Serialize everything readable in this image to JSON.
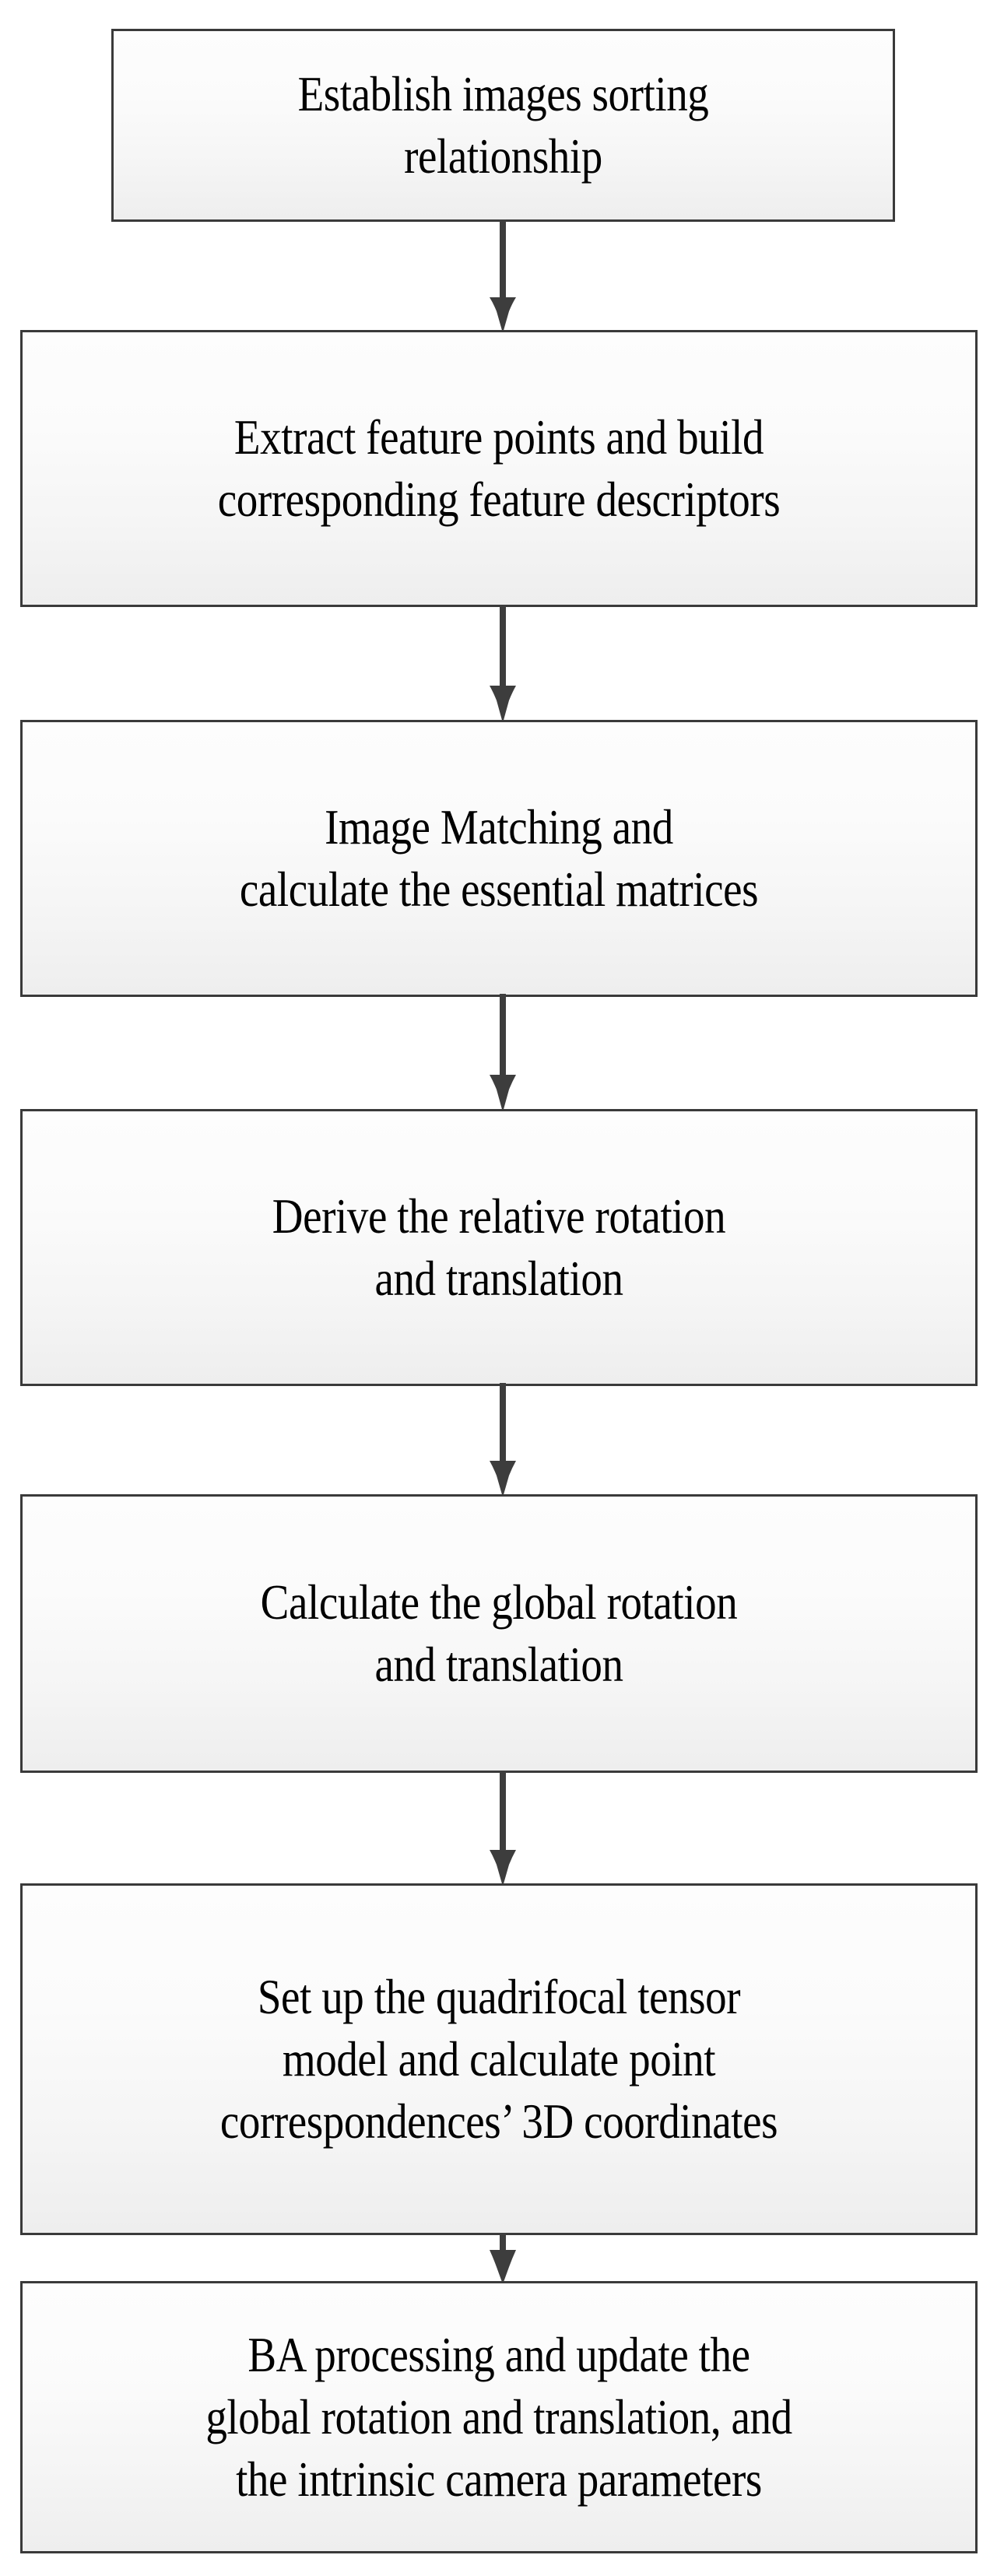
{
  "diagram": {
    "title": "Structure from motion pipeline flowchart",
    "type": "flowchart",
    "orientation": "top-to-bottom",
    "colors": {
      "node_border": "#3a3a3a",
      "node_fill_top": "#fdfdfd",
      "node_fill_bottom": "#eeeeee",
      "text": "#000000",
      "arrow": "#3d3d3d",
      "background": "#ffffff"
    },
    "nodes": [
      {
        "id": "node-1",
        "text": "Establish images sorting\nrelationship"
      },
      {
        "id": "node-2",
        "text": "Extract feature points and build\ncorresponding feature descriptors"
      },
      {
        "id": "node-3",
        "text": "Image Matching and\ncalculate the essential matrices"
      },
      {
        "id": "node-4",
        "text": "Derive the relative rotation\nand translation"
      },
      {
        "id": "node-5",
        "text": "Calculate the global rotation\nand translation"
      },
      {
        "id": "node-6",
        "text": "Set up the quadrifocal tensor\nmodel and calculate point\ncorrespondences’ 3D  coordinates"
      },
      {
        "id": "node-7",
        "text": "BA processing and update the\nglobal rotation and translation, and\nthe intrinsic camera parameters"
      }
    ],
    "edges": [
      {
        "id": "arrow-1",
        "from": "node-1",
        "to": "node-2",
        "style": "solid-down-arrow"
      },
      {
        "id": "arrow-2",
        "from": "node-2",
        "to": "node-3",
        "style": "solid-down-arrow"
      },
      {
        "id": "arrow-3",
        "from": "node-3",
        "to": "node-4",
        "style": "solid-down-arrow"
      },
      {
        "id": "arrow-4",
        "from": "node-4",
        "to": "node-5",
        "style": "solid-down-arrow"
      },
      {
        "id": "arrow-5",
        "from": "node-5",
        "to": "node-6",
        "style": "solid-down-arrow"
      },
      {
        "id": "arrow-6",
        "from": "node-6",
        "to": "node-7",
        "style": "solid-down-arrow"
      }
    ]
  }
}
